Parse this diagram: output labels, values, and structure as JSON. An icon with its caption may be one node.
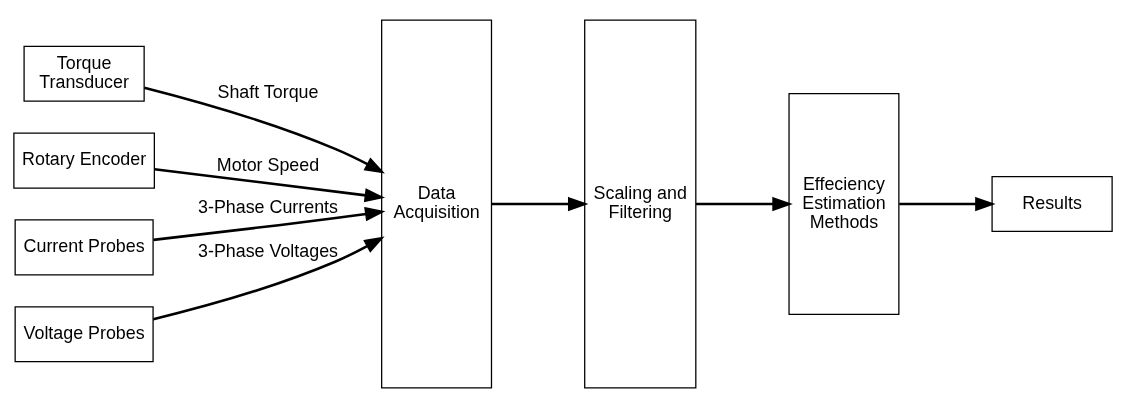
{
  "diagram": {
    "nodes": [
      {
        "text": [
          "Torque Transducer"
        ]
      },
      {
        "text": [
          "Rotary Encoder"
        ]
      },
      {
        "text": [
          "Current Probes"
        ]
      },
      {
        "text": [
          "Voltage Probes"
        ]
      },
      {
        "text": [
          "Data Acquisition"
        ]
      },
      {
        "text": [
          "Scaling and Filtering"
        ]
      },
      {
        "text": [
          "Effeciency Estimation Methods"
        ]
      },
      {
        "text": [
          "Results"
        ]
      }
    ],
    "edges": [
      {
        "from": 0,
        "to": 4,
        "arrow": "to",
        "label": "Shaft Torque"
      },
      {
        "from": 1,
        "to": 4,
        "arrow": "to",
        "label": "Motor Speed"
      },
      {
        "from": 2,
        "to": 4,
        "arrow": "to",
        "label": "3-Phase Currents"
      },
      {
        "from": 3,
        "to": 4,
        "arrow": "to",
        "label": "3-Phase Voltages"
      },
      {
        "from": 4,
        "to": 5,
        "arrow": "to"
      },
      {
        "from": 5,
        "to": 6,
        "arrow": "to"
      },
      {
        "from": 6,
        "to": 7,
        "arrow": "to"
      }
    ]
  }
}
